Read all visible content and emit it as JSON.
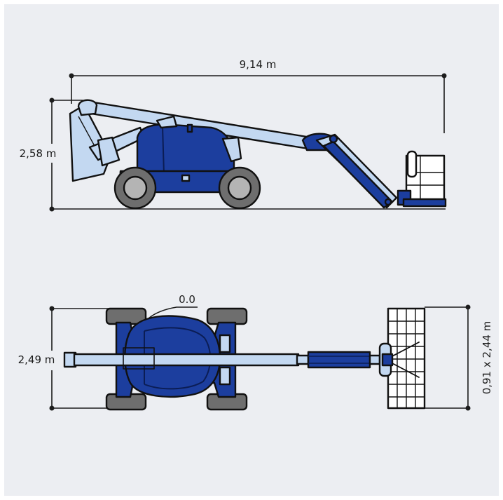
{
  "diagram": {
    "side_view": {
      "length_label": "9,14 m",
      "height_label": "2,58 m"
    },
    "top_view": {
      "width_label": "2,49 m",
      "turning_label": "0.0",
      "platform_label": "0,91 x 2,44 m"
    }
  },
  "colors": {
    "background": "#eceef2",
    "light_blue": "#c3d8f1",
    "dark_blue": "#1c3e9e",
    "tire_gray": "#6e6e6e",
    "rim_gray": "#b4b4b4",
    "outline": "#111111"
  }
}
